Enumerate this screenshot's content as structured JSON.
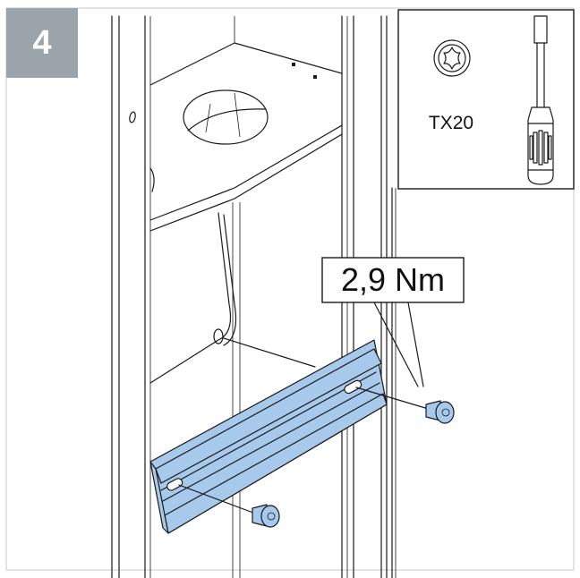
{
  "step": {
    "number": "4"
  },
  "tool": {
    "bit_label": "TX20",
    "bit_icon": "torx-bit-icon",
    "driver_icon": "screwdriver-icon"
  },
  "torque": {
    "label": "2,9 Nm"
  },
  "colors": {
    "rail": "#a6c9ec",
    "screw": "#a6c9ec",
    "badge": "#9ba3ab",
    "line": "#1a1a1a"
  }
}
